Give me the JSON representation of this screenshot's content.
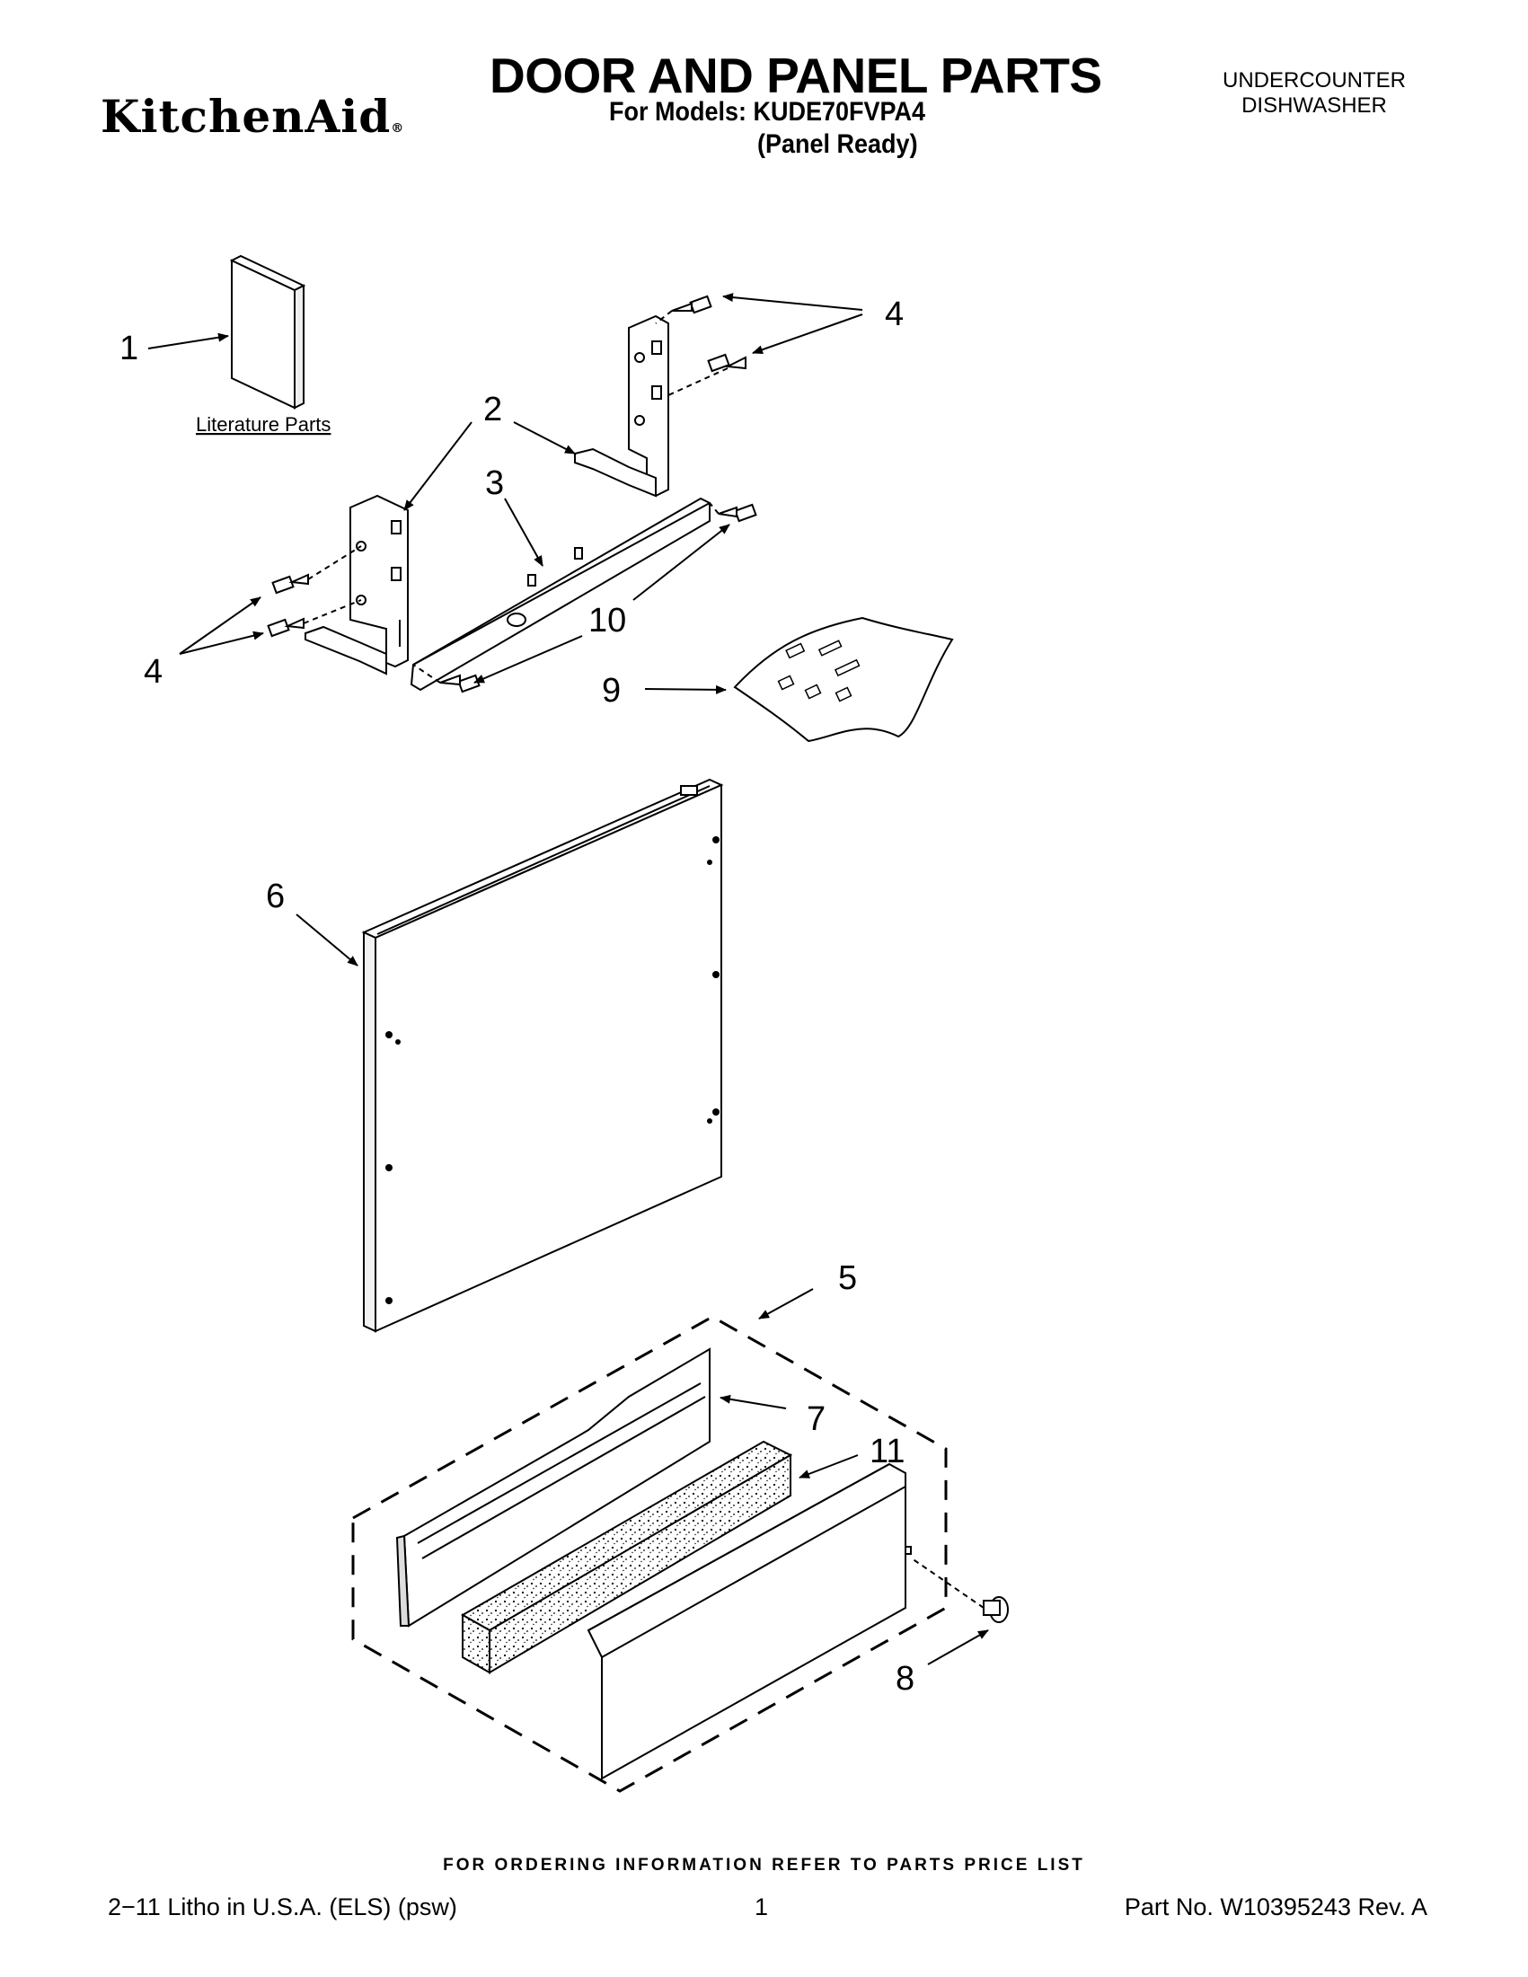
{
  "header": {
    "brand": "KitchenAid",
    "title": "DOOR AND PANEL PARTS",
    "models_line": "For Models: KUDE70FVPA4",
    "variant": "(Panel Ready)",
    "product_type_line1": "UNDERCOUNTER",
    "product_type_line2": "DISHWASHER"
  },
  "diagram": {
    "literature_label": "Literature Parts",
    "callouts": [
      "1",
      "2",
      "3",
      "4",
      "4",
      "10",
      "9",
      "6",
      "5",
      "7",
      "11",
      "8"
    ]
  },
  "footer": {
    "order_info": "FOR ORDERING INFORMATION REFER TO PARTS PRICE LIST",
    "litho": "2−11 Litho in U.S.A. (ELS) (psw)",
    "page_number": "1",
    "part_number": "Part No. W10395243 Rev. A"
  },
  "colors": {
    "ink": "#000000",
    "paper": "#ffffff",
    "foam": "#d9d9d9"
  },
  "icons": [
    "registered-mark"
  ]
}
